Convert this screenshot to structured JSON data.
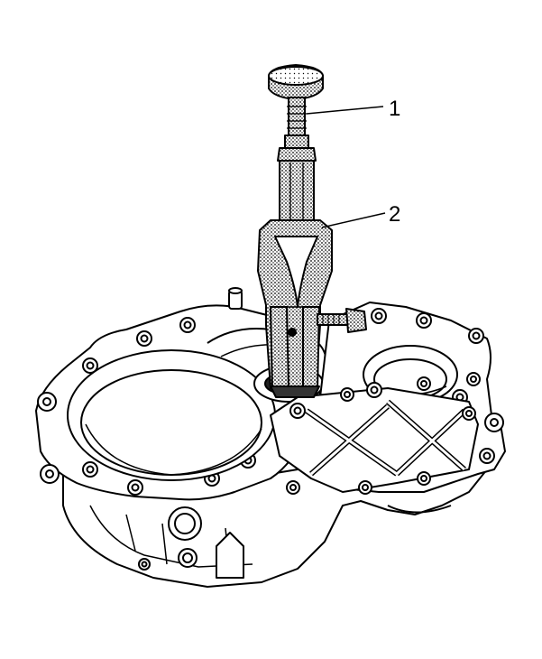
{
  "callouts": [
    {
      "id": "1",
      "label": "1"
    },
    {
      "id": "2",
      "label": "2"
    }
  ],
  "colors": {
    "line": "#000000",
    "background": "#ffffff",
    "shade": "#9a9a9a"
  }
}
